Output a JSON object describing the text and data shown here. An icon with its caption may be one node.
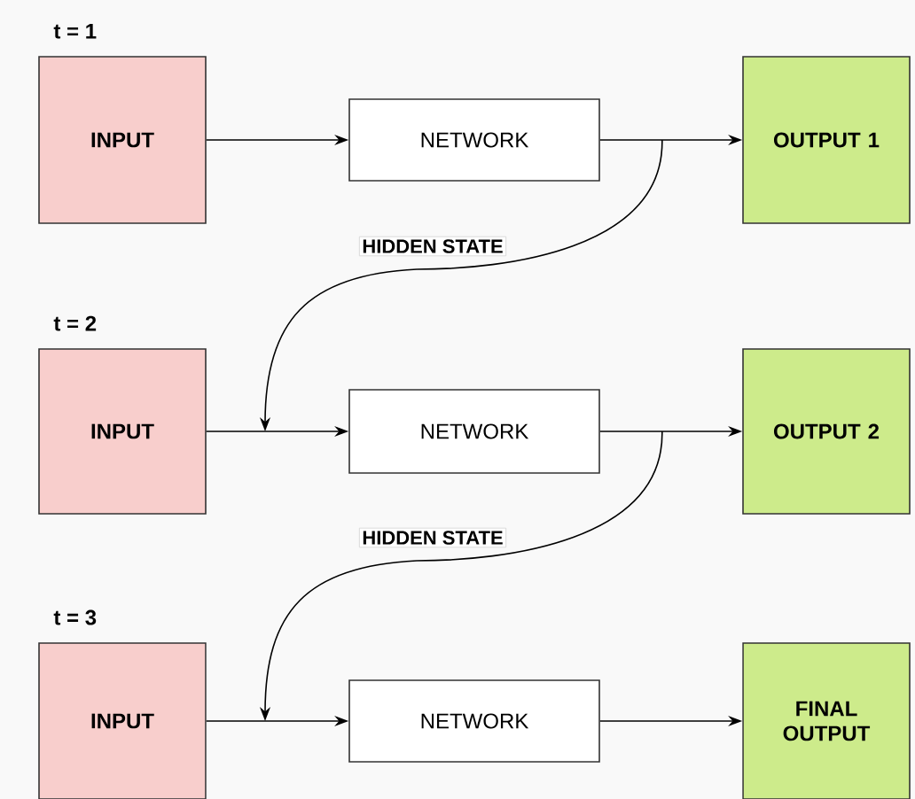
{
  "diagram": {
    "nodes": [
      {
        "text": [
          "INPUT"
        ],
        "beside": [
          "t = 1"
        ]
      },
      {
        "text": [
          "NETWORK"
        ]
      },
      {
        "text": [
          "OUTPUT 1"
        ]
      },
      {
        "text": [
          "INPUT"
        ],
        "beside": [
          "t = 2"
        ]
      },
      {
        "text": [
          "NETWORK"
        ]
      },
      {
        "text": [
          "OUTPUT 2"
        ]
      },
      {
        "text": [
          "INPUT"
        ],
        "beside": [
          "t = 3"
        ]
      },
      {
        "text": [
          "NETWORK"
        ]
      },
      {
        "text": [
          "FINAL OUTPUT"
        ]
      }
    ],
    "edges": [
      {
        "from": 0,
        "to": 1,
        "arrow": "to"
      },
      {
        "from": 1,
        "to": 2,
        "arrow": "to"
      },
      {
        "from": 1,
        "to": null,
        "arrow": "to",
        "label": "HIDDEN STATE"
      },
      {
        "from": 3,
        "to": 4,
        "arrow": "to"
      },
      {
        "from": 4,
        "to": 5,
        "arrow": "to"
      },
      {
        "from": 4,
        "to": null,
        "arrow": "to",
        "label": "HIDDEN STATE"
      },
      {
        "from": 6,
        "to": 7,
        "arrow": "to"
      },
      {
        "from": 7,
        "to": 8,
        "arrow": "to"
      }
    ]
  }
}
